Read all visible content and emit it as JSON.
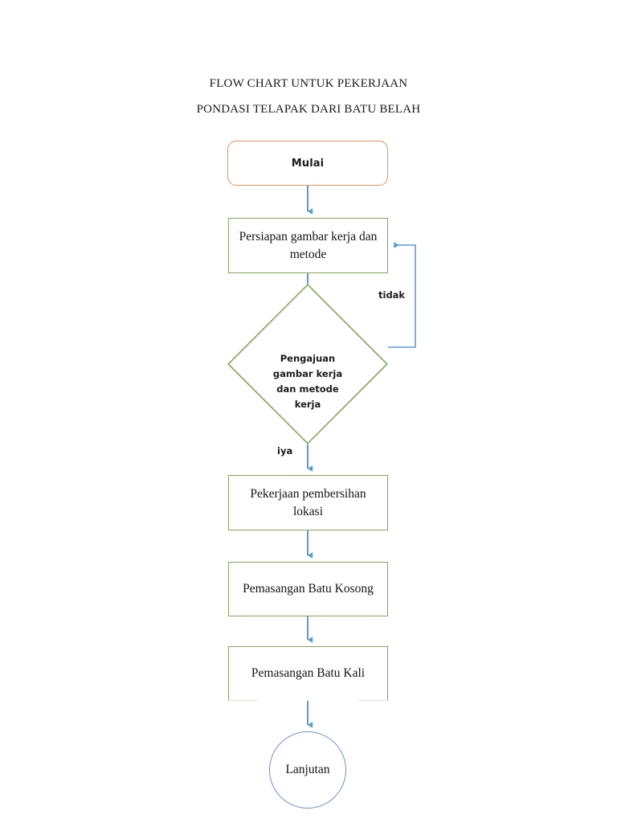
{
  "document": {
    "title_lines": [
      "FLOW CHART UNTUK PEKERJAAN",
      "PONDASI TELAPAK DARI BATU BELAH"
    ]
  },
  "colors": {
    "terminator_border": "#E1925E",
    "process_border": "#7FA75C",
    "decision_border": "#7FA75C",
    "connector_border": "#6A93C4",
    "arrow": "#5B9BD5",
    "text": "#141414",
    "background": "#FFFFFF"
  },
  "flowchart": {
    "type": "flowchart",
    "orientation": "top-to-bottom",
    "nodes": [
      {
        "id": "mulai",
        "shape": "terminator",
        "label": "Mulai"
      },
      {
        "id": "persiapan",
        "shape": "process",
        "label": "Persiapan gambar kerja dan metode"
      },
      {
        "id": "pengajuan",
        "shape": "decision",
        "label": "Pengajuan\ngambar kerja\ndan metode\nkerja"
      },
      {
        "id": "pembersihan",
        "shape": "process",
        "label": "Pekerjaan pembersihan lokasi"
      },
      {
        "id": "batu_kosong",
        "shape": "process",
        "label": "Pemasangan Batu Kosong"
      },
      {
        "id": "batu_kali",
        "shape": "process",
        "label": "Pemasangan Batu Kali"
      },
      {
        "id": "lanjutan",
        "shape": "connector",
        "label": "Lanjutan"
      }
    ],
    "edges": [
      {
        "from": "mulai",
        "to": "persiapan",
        "label": ""
      },
      {
        "from": "persiapan",
        "to": "pengajuan",
        "label": ""
      },
      {
        "from": "pengajuan",
        "to": "persiapan",
        "label": "tidak"
      },
      {
        "from": "pengajuan",
        "to": "pembersihan",
        "label": "iya"
      },
      {
        "from": "pembersihan",
        "to": "batu_kosong",
        "label": ""
      },
      {
        "from": "batu_kosong",
        "to": "batu_kali",
        "label": ""
      },
      {
        "from": "batu_kali",
        "to": "lanjutan",
        "label": ""
      }
    ],
    "edge_labels": {
      "tidak": "tidak",
      "iya": "iya"
    }
  }
}
